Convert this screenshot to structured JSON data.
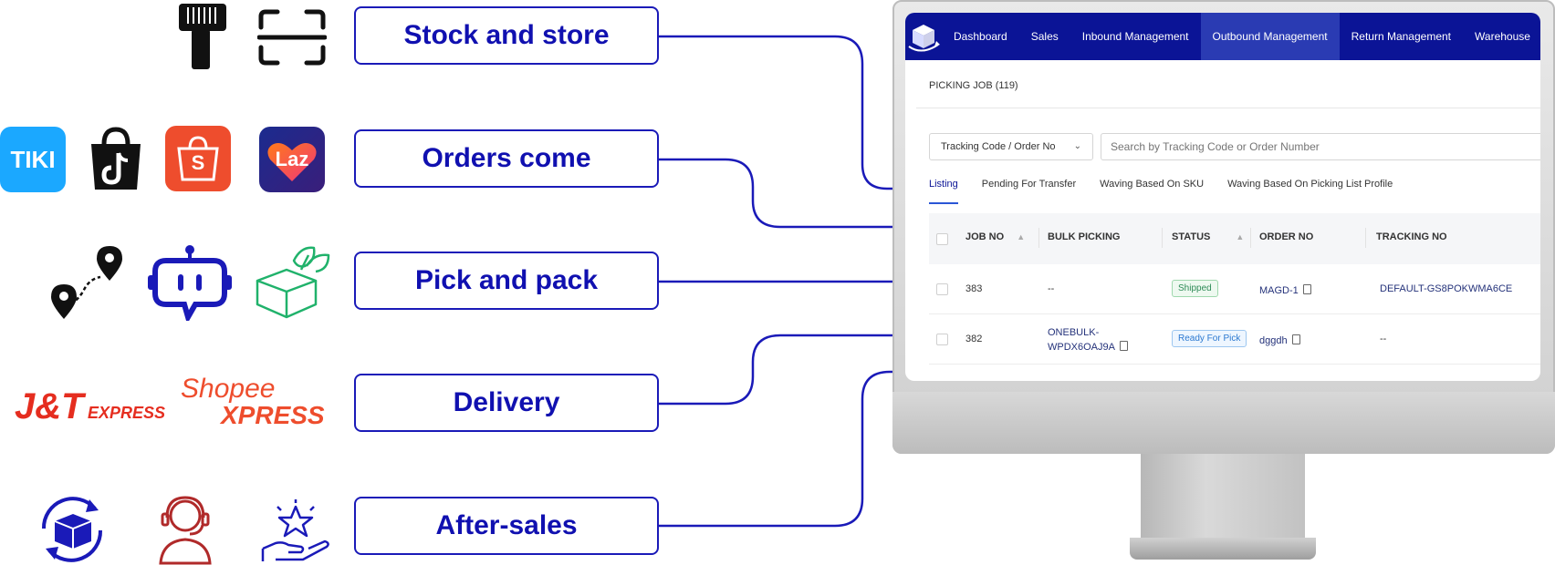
{
  "steps": [
    {
      "label": "Stock and store"
    },
    {
      "label": "Orders come"
    },
    {
      "label": "Pick and pack"
    },
    {
      "label": "Delivery"
    },
    {
      "label": "After-sales"
    }
  ],
  "marketplaces": {
    "tiki": "TIKI",
    "lazada": "Laz",
    "shopee": "S"
  },
  "carriers": {
    "jt": "J&T",
    "jt_sub": "EXPRESS",
    "shopee_express_1": "Shopee",
    "shopee_express_2": "XPRESS"
  },
  "colors": {
    "brand_blue": "#1010b0",
    "nav_bg": "#0b1496",
    "nav_active": "#2a3bb3",
    "tiki": "#1ba8ff",
    "shopee": "#ee4d2d",
    "lazada": "#1b2b8f",
    "green_icon": "#20b26b",
    "orange_red": "#e52d1f"
  },
  "app": {
    "nav": [
      "Dashboard",
      "Sales",
      "Inbound Management",
      "Outbound Management",
      "Return Management",
      "Warehouse"
    ],
    "nav_active_index": 3,
    "page_title": "PICKING JOB (119)",
    "filter": {
      "selected": "Tracking Code  /  Order No",
      "placeholder": "Search by Tracking Code or Order Number"
    },
    "tabs": [
      "Listing",
      "Pending For Transfer",
      "Waving Based On SKU",
      "Waving Based On Picking List Profile"
    ],
    "columns": [
      "JOB NO",
      "BULK PICKING",
      "STATUS",
      "ORDER NO",
      "TRACKING NO"
    ],
    "rows": [
      {
        "job_no": "383",
        "bulk_picking": "--",
        "bulk_picking_2": "",
        "status": "Shipped",
        "order_no": "MAGD-1",
        "tracking_no": "DEFAULT-GS8POKWMA6CE"
      },
      {
        "job_no": "382",
        "bulk_picking": "ONEBULK-",
        "bulk_picking_2": "WPDX6OAJ9A",
        "status": "Ready For Pick",
        "order_no": "dggdh",
        "tracking_no": "--"
      }
    ]
  }
}
